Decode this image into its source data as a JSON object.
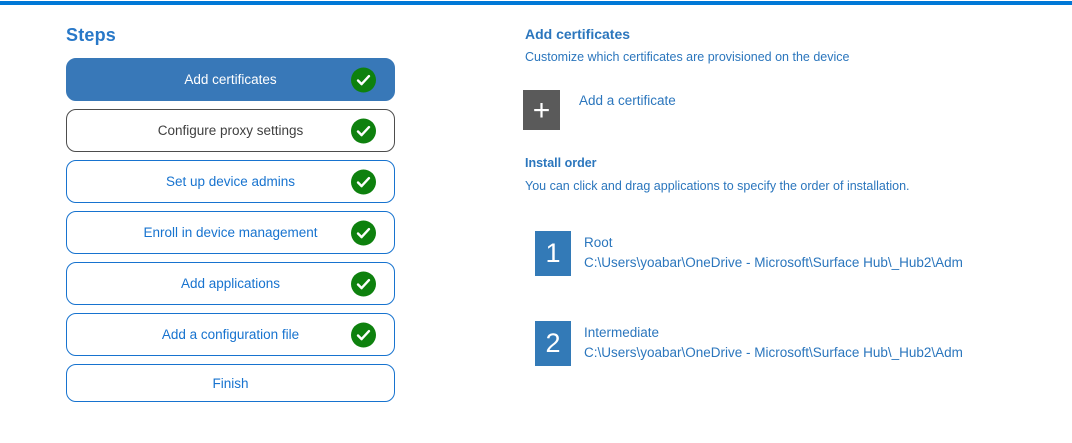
{
  "colors": {
    "accent_bar": "#0078D7",
    "selected_step_bg": "#3878B8",
    "step_border_blue": "#1773CF",
    "step_border_gray": "#4D4D4D",
    "text_blue": "#2B76BD",
    "check_green": "#0E810E",
    "badge_blue": "#337AB7",
    "plus_tile_gray": "#5A5A5A"
  },
  "steps_panel": {
    "title": "Steps",
    "steps": [
      {
        "label": "Add certificates",
        "state": "selected",
        "completed": true
      },
      {
        "label": "Configure proxy settings",
        "state": "gray-outline",
        "completed": true
      },
      {
        "label": "Set up device admins",
        "state": "blue-outline",
        "completed": true
      },
      {
        "label": "Enroll in device management",
        "state": "blue-outline",
        "completed": true
      },
      {
        "label": "Add applications",
        "state": "blue-outline",
        "completed": true
      },
      {
        "label": "Add a configuration file",
        "state": "blue-outline",
        "completed": true
      },
      {
        "label": "Finish",
        "state": "blue-outline",
        "completed": false
      }
    ]
  },
  "content": {
    "title": "Add certificates",
    "subtitle": "Customize which certificates are provisioned on the device",
    "add_certificate": {
      "icon": "plus-icon",
      "glyph": "+",
      "label": "Add a certificate"
    },
    "install_order": {
      "title": "Install order",
      "description": "You can click and drag applications to specify the order of installation.",
      "items": [
        {
          "number": "1",
          "name": "Root",
          "path": "C:\\Users\\yoabar\\OneDrive - Microsoft\\Surface Hub\\_Hub2\\Adm"
        },
        {
          "number": "2",
          "name": "Intermediate",
          "path": "C:\\Users\\yoabar\\OneDrive - Microsoft\\Surface Hub\\_Hub2\\Adm"
        }
      ]
    }
  }
}
